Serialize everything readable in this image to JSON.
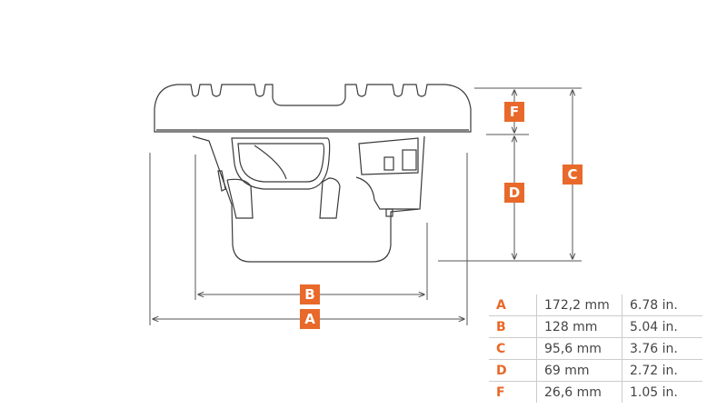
{
  "labels": {
    "A": "A",
    "B": "B",
    "C": "C",
    "D": "D",
    "F": "F"
  },
  "accent_color": "#e8692a",
  "dimensions": [
    {
      "key": "A",
      "mm": "172,2 mm",
      "in": "6.78 in."
    },
    {
      "key": "B",
      "mm": "128 mm",
      "in": "5.04 in."
    },
    {
      "key": "C",
      "mm": "95,6 mm",
      "in": "3.76 in."
    },
    {
      "key": "D",
      "mm": "69 mm",
      "in": "2.72 in."
    },
    {
      "key": "F",
      "mm": "26,6 mm",
      "in": "1.05 in."
    }
  ]
}
